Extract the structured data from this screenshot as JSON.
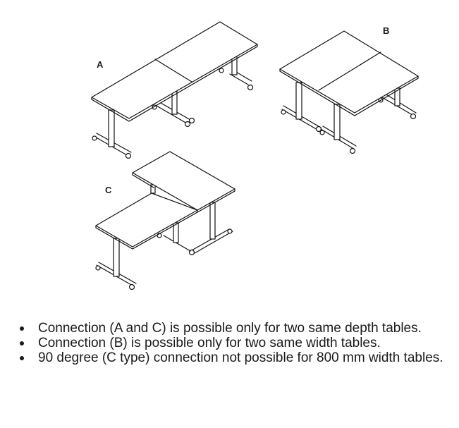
{
  "figures": {
    "a_label": "A",
    "b_label": "B",
    "c_label": "C"
  },
  "notes": [
    "Connection (A and C) is possible only for two same depth tables.",
    "Connection (B) is possible only for two same width tables.",
    "90 degree (C type) connection not possible for 800 mm width tables."
  ]
}
